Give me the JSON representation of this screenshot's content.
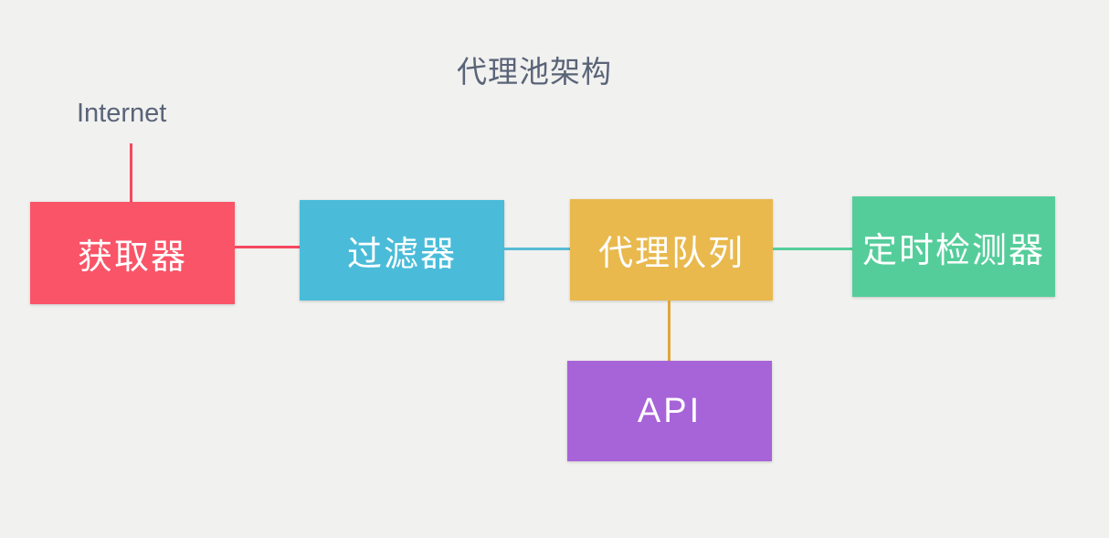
{
  "diagram": {
    "title": "代理池架构",
    "internet_label": "Internet",
    "background_color": "#F1F1EF",
    "label_text_color": "#5A6478",
    "node_text_color": "#FFFFFF",
    "nodes": {
      "getter": {
        "label": "获取器",
        "color": "#FA5468"
      },
      "filter": {
        "label": "过滤器",
        "color": "#4ABCD9"
      },
      "queue": {
        "label": "代理队列",
        "color": "#E9B94E"
      },
      "tester": {
        "label": "定时检测器",
        "color": "#55CD9B"
      },
      "api": {
        "label": "API",
        "color": "#A763D8"
      }
    },
    "connectors": {
      "internet_to_getter": {
        "color": "#F5485E"
      },
      "getter_to_filter": {
        "color": "#F5485E"
      },
      "filter_to_queue": {
        "color": "#56BBD6"
      },
      "queue_to_tester": {
        "color": "#55CD9B"
      },
      "queue_to_api": {
        "color": "#DFA63C"
      }
    }
  }
}
